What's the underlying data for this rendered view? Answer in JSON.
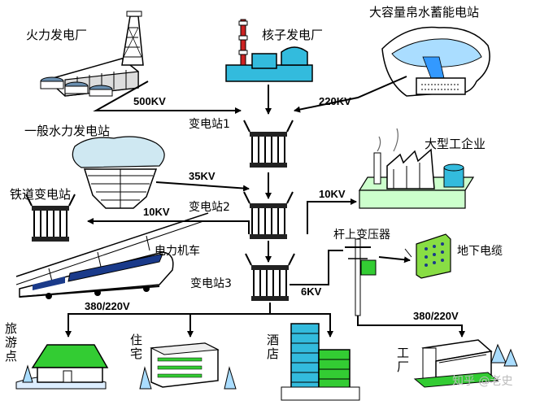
{
  "labels": {
    "thermal_plant": "火力发电厂",
    "nuclear_plant": "核子发电厂",
    "pumped_storage": "大容量帛水蓄能电站",
    "hydro_plant": "一般水力发电站",
    "substation1": "变电站1",
    "substation2": "变电站2",
    "substation3": "变电站3",
    "railway_substation": "铁道变电站",
    "electric_locomotive": "电力机车",
    "large_industry": "大型工企业",
    "pole_transformer": "杆上变压器",
    "underground_cable": "地下电缆",
    "tourist_spot": "旅游点",
    "residence": "住宅",
    "hotel": "酒店",
    "factory": "工厂"
  },
  "voltages": {
    "v500": "500KV",
    "v220": "220KV",
    "v35": "35KV",
    "v10a": "10KV",
    "v10b": "10KV",
    "v6": "6KV",
    "v380a": "380/220V",
    "v380b": "380/220V"
  },
  "watermark": "知乎 @老史",
  "colors": {
    "line": "#000000",
    "building_blue": "#33bbdd",
    "roof_green": "#33cc33",
    "sky_blue": "#aaddff",
    "water": "#3399ff",
    "panel_green": "#88dd44"
  }
}
